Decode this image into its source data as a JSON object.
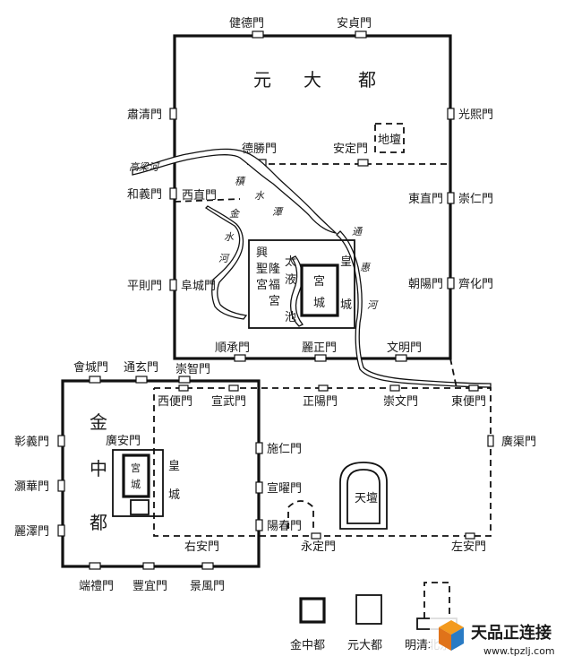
{
  "title": "元 大 都",
  "yuan": {
    "north": [
      "健德門",
      "安貞門"
    ],
    "west": [
      "肅清門",
      "和義門",
      "平則門"
    ],
    "east": [
      "光熙門",
      "崇仁門",
      "齊化門"
    ],
    "south": [
      "順承門",
      "麗正門",
      "文明門"
    ],
    "inner_west": [
      "西直門",
      "阜城門"
    ],
    "inner_east": [
      "東直門",
      "朝陽門"
    ],
    "inner_north": [
      "德勝門",
      "安定門"
    ],
    "ditan": "地壇",
    "gongcheng": "宮城",
    "huangcheng": "皇城",
    "taiye": "太液",
    "taiye2": "池",
    "xingsheng": "興聖宮",
    "longfu": "隆福宮",
    "rivers": [
      "高梁河",
      "積水潭",
      "金水河",
      "通惠河"
    ]
  },
  "jin": {
    "title": [
      "金",
      "中",
      "都"
    ],
    "north": [
      "會城門",
      "通玄門",
      "崇智門"
    ],
    "west": [
      "彰義門",
      "灝華門",
      "麗澤門"
    ],
    "south": [
      "端禮門",
      "豐宜門",
      "景風門"
    ],
    "east": [
      "施仁門",
      "宣曜門",
      "陽春門"
    ],
    "inner": [
      "廣安門",
      "右安門"
    ],
    "gongcheng": "宮城",
    "huangcheng": "皇城"
  },
  "ming": {
    "gates_north": [
      "西便門",
      "宣武門",
      "正陽門",
      "崇文門",
      "東便門"
    ],
    "gates_south": [
      "永定門",
      "左安門"
    ],
    "east": "廣渠門",
    "tiantan": "天壇"
  },
  "legend": {
    "jin": "金中都",
    "yuan": "元大都",
    "ming": "明清北京"
  },
  "watermark": {
    "name": "天品正连接",
    "url": "www.tpzlj.com"
  }
}
